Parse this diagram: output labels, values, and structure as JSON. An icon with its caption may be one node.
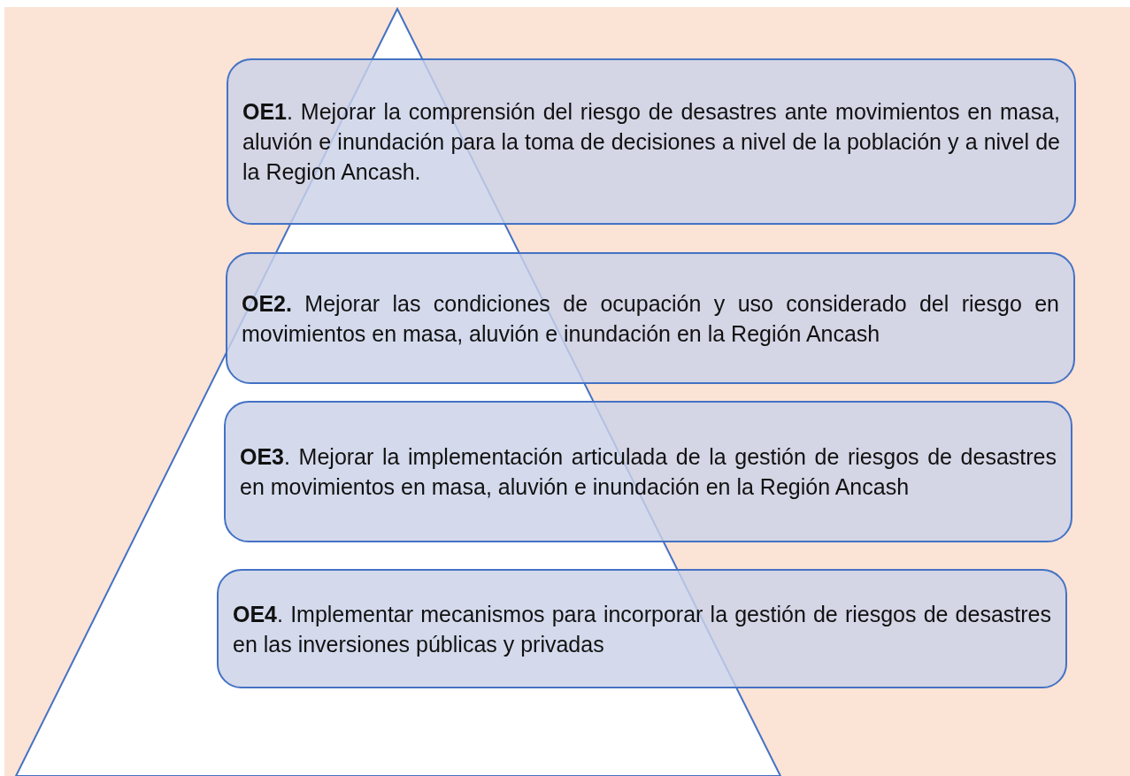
{
  "diagram": {
    "nodes": [
      {
        "text": [
          "**OE1**. Mejorar la comprensión del riesgo de desastres ante movimientos en masa, aluvión e inundación para la toma de decisiones a nivel de la población y a nivel de la Region Ancash."
        ]
      },
      {
        "text": [
          "**OE2.** Mejorar las condiciones de ocupación y uso considerado del riesgo en movimientos en masa, aluvión e inundación en la Región Ancash"
        ]
      },
      {
        "text": [
          "**OE3**. Mejorar la implementación articulada de la gestión de riesgos de desastres en movimientos en masa, aluvión e inundación en la Región Ancash"
        ]
      },
      {
        "text": [
          "**OE4**. Implementar mecanismos para incorporar la gestión de riesgos de desastres en las inversiones públicas y privadas"
        ]
      }
    ]
  }
}
